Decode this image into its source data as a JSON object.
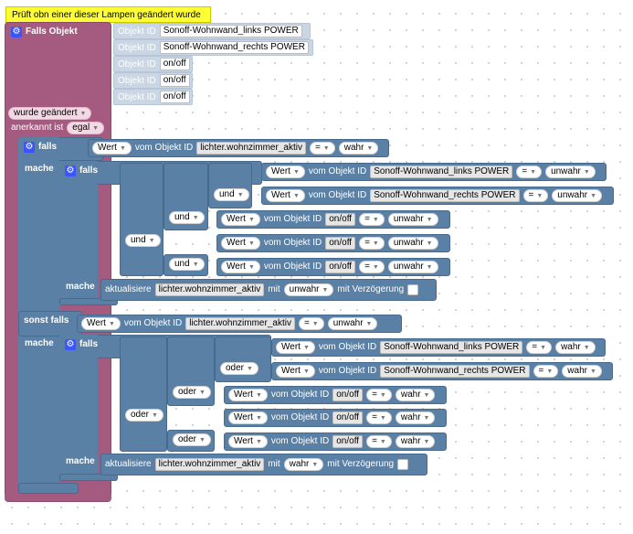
{
  "comment": "Prüft obn einer dieser Lampen geändert wurde",
  "trigger": {
    "label": "Falls Objekt",
    "id_label": "Objekt ID",
    "objects": [
      "Sonoff-Wohnwand_links POWER",
      "Sonoff-Wohnwand_rechts POWER",
      "on/off",
      "on/off",
      "on/off"
    ],
    "changed_option": "wurde geändert",
    "ack_label": "anerkannt ist",
    "ack_option": "egal"
  },
  "kw": {
    "falls": "falls",
    "mache": "mache",
    "sonst_falls": "sonst falls",
    "und": "und",
    "oder": "oder",
    "wert": "Wert",
    "vom_objekt": "vom Objekt ID",
    "eq": "=",
    "aktualisiere": "aktualisiere",
    "mit": "mit",
    "mit_verzoegerung": "mit Verzögerung"
  },
  "if1": {
    "object": "lichter.wohnzimmer_aktiv",
    "value": "wahr"
  },
  "block_a": {
    "conds": [
      {
        "object": "Sonoff-Wohnwand_links POWER",
        "value": "unwahr"
      },
      {
        "object": "Sonoff-Wohnwand_rechts POWER",
        "value": "unwahr"
      },
      {
        "object": "on/off",
        "value": "unwahr"
      },
      {
        "object": "on/off",
        "value": "unwahr"
      },
      {
        "object": "on/off",
        "value": "unwahr"
      }
    ],
    "update_object": "lichter.wohnzimmer_aktiv",
    "update_value": "unwahr"
  },
  "if2": {
    "object": "lichter.wohnzimmer_aktiv",
    "value": "unwahr"
  },
  "block_b": {
    "conds": [
      {
        "object": "Sonoff-Wohnwand_links POWER",
        "value": "wahr"
      },
      {
        "object": "Sonoff-Wohnwand_rechts POWER",
        "value": "wahr"
      },
      {
        "object": "on/off",
        "value": "wahr"
      },
      {
        "object": "on/off",
        "value": "wahr"
      },
      {
        "object": "on/off",
        "value": "wahr"
      }
    ],
    "update_object": "lichter.wohnzimmer_aktiv",
    "update_value": "wahr"
  },
  "colors": {
    "event_block": "#a55b80",
    "logic_block": "#5b80a5",
    "comment": "#ffff33",
    "gear": "#3a55ff"
  }
}
